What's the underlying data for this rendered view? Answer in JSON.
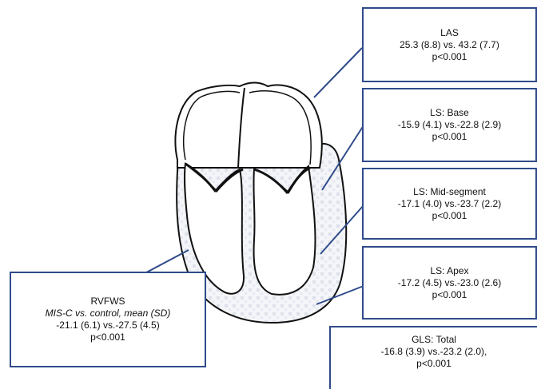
{
  "colors": {
    "box_border": "#2f4b8a",
    "heart_outline": "#111111",
    "stipple_fill": "#e5e8f0"
  },
  "callouts": {
    "las": {
      "title": "LAS",
      "values": "25.3 (8.8) vs. 43.2 (7.7)",
      "p": "p<0.001"
    },
    "base": {
      "title": "LS: Base",
      "values": "-15.9 (4.1) vs.-22.8 (2.9)",
      "p": "p<0.001"
    },
    "mid": {
      "title": "LS: Mid-segment",
      "values": "-17.1 (4.0) vs.-23.7 (2.2)",
      "p": "p<0.001"
    },
    "apex": {
      "title": "LS: Apex",
      "values": "-17.2 (4.5) vs.-23.0 (2.6)",
      "p": "p<0.001"
    },
    "rvfws": {
      "title": "RVFWS",
      "subtitle": "MIS-C vs. control, mean (SD)",
      "values": "-21.1 (6.1) vs.-27.5 (4.5)",
      "p": "p<0.001"
    },
    "gls": {
      "title": "GLS: Total",
      "values": "-16.8 (3.9) vs.-23.2 (2.0),",
      "p": "p<0.001"
    }
  }
}
